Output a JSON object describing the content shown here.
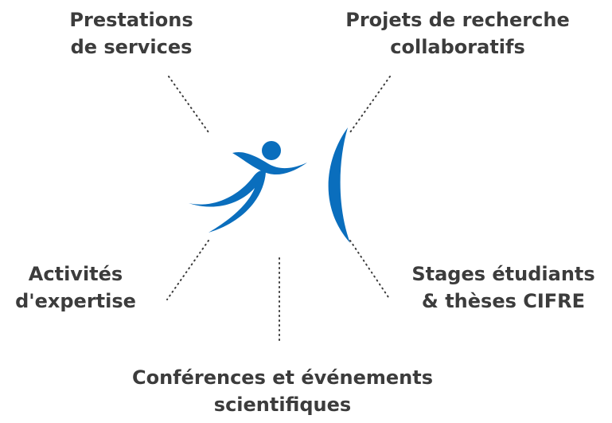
{
  "colors": {
    "text": "#3c3c3c",
    "logo_blue": "#0a6ebd",
    "connector": "#3c3c3c"
  },
  "icons": {
    "center_logo": "stick-figure-with-arc-logo"
  },
  "labels": {
    "prestations": {
      "line1": "Prestations",
      "line2": "de services"
    },
    "projets": {
      "line1": "Projets de recherche",
      "line2": "collaboratifs"
    },
    "activites": {
      "line1": "Activités",
      "line2": "d'expertise"
    },
    "stages": {
      "line1": "Stages étudiants",
      "line2": "& thèses CIFRE"
    },
    "conferences": {
      "line1": "Conférences et événements",
      "line2": "scientifiques"
    }
  }
}
